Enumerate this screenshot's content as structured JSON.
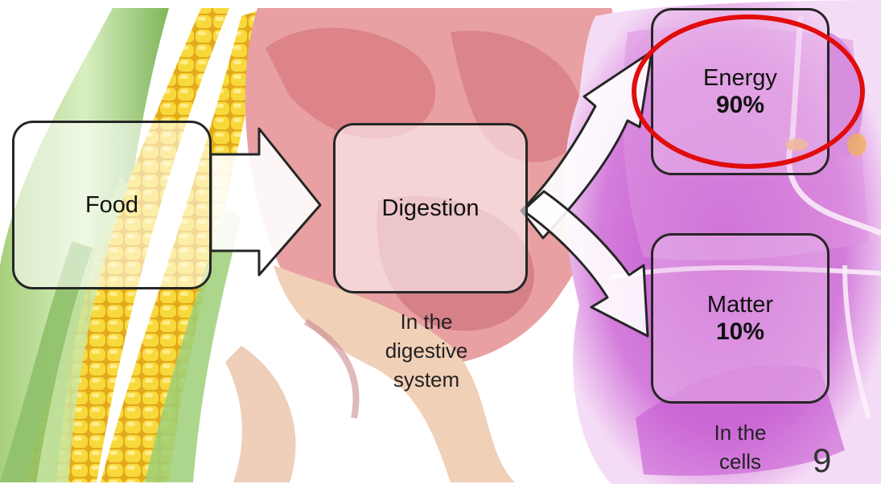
{
  "diagram": {
    "food": {
      "label": "Food"
    },
    "digestion": {
      "label": "Digestion",
      "caption": "In the\ndigestive\nsystem"
    },
    "energy": {
      "label": "Energy",
      "percent": "90%"
    },
    "matter": {
      "label": "Matter",
      "percent": "10%"
    },
    "cells_caption": "In the\ncells",
    "highlight_color": "#e10d0d"
  },
  "slide": {
    "page_number": "9"
  }
}
